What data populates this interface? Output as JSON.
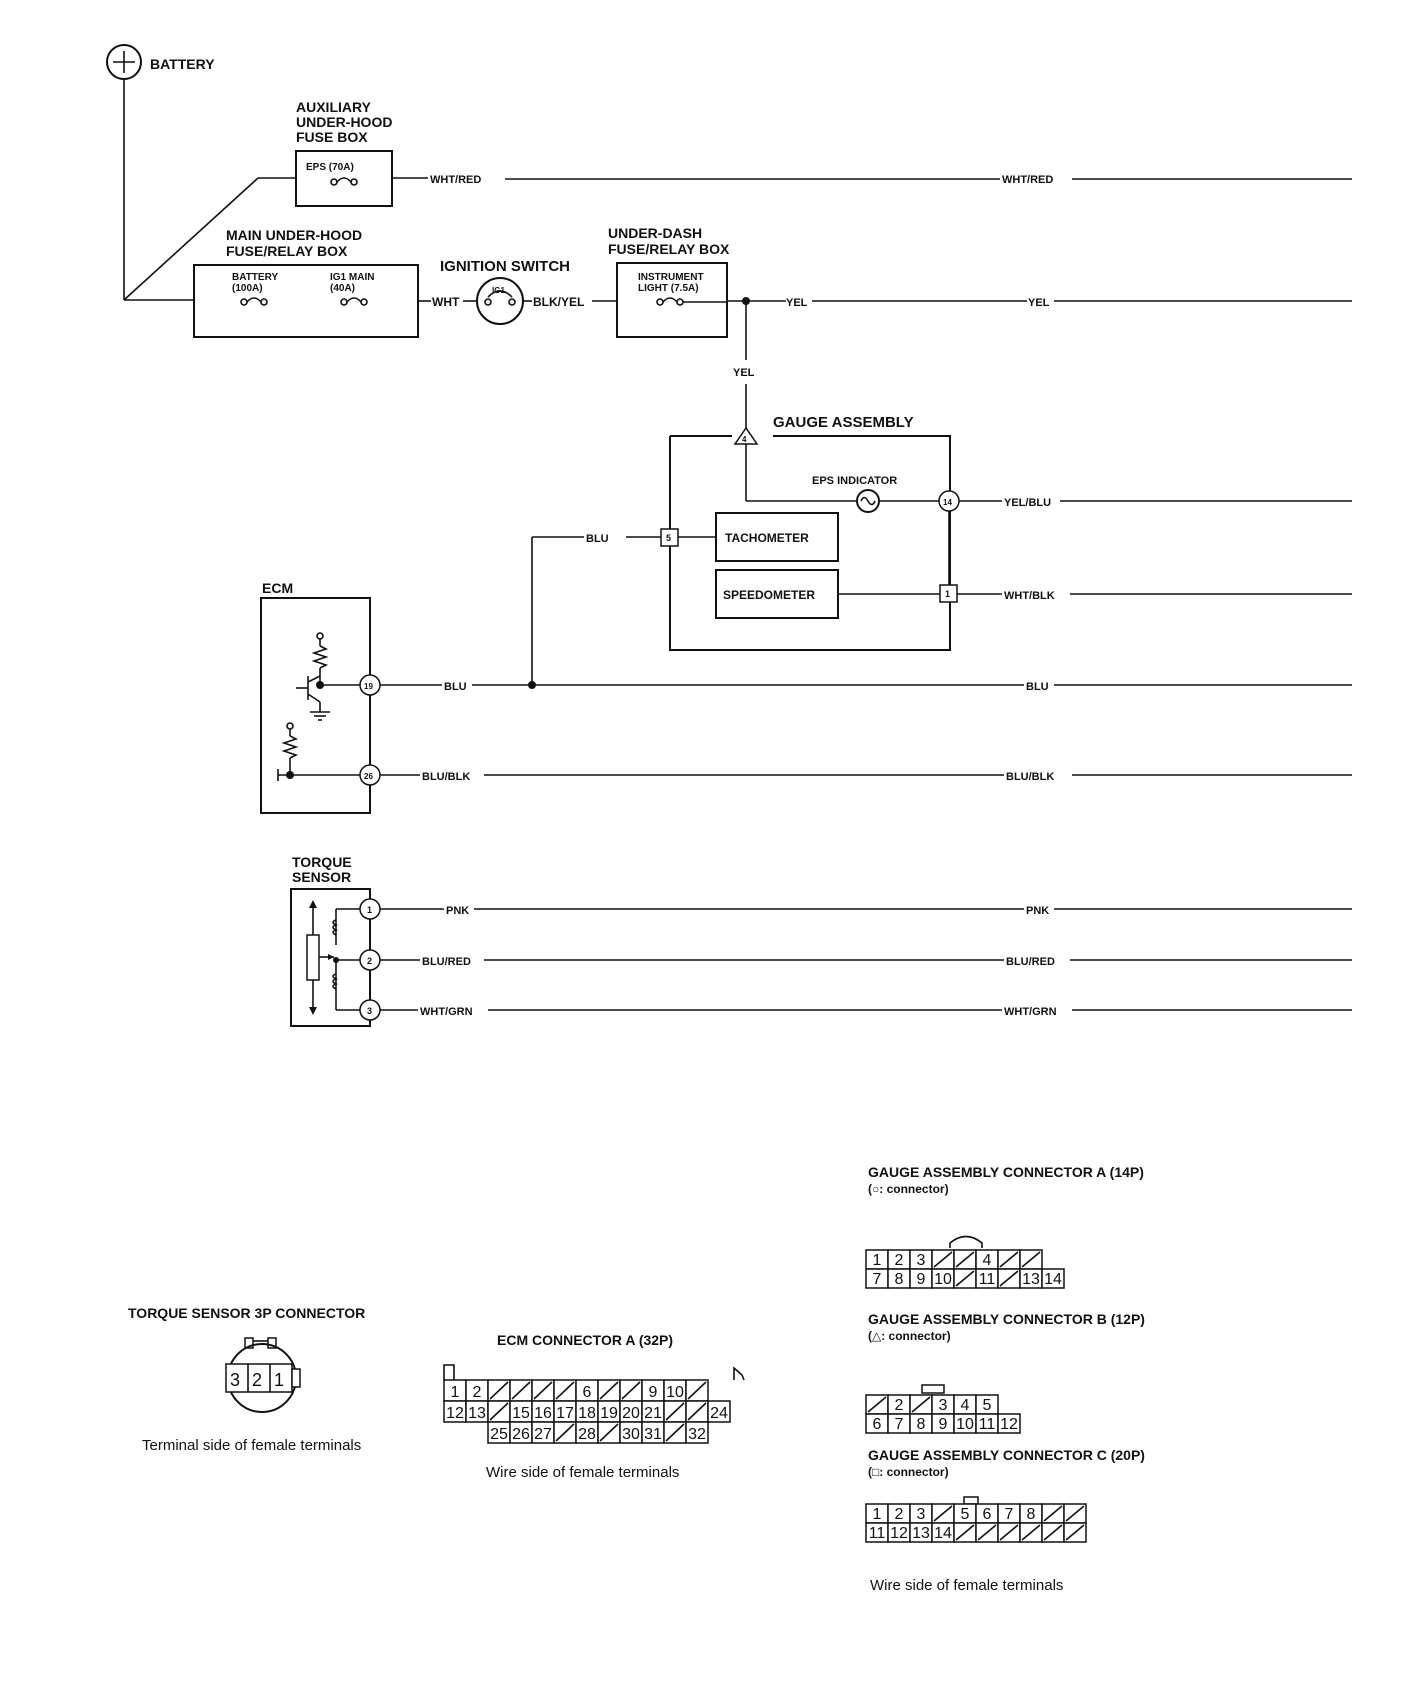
{
  "components": {
    "battery": "BATTERY",
    "aux_fuse_box": [
      "AUXILIARY",
      "UNDER-HOOD",
      "FUSE BOX"
    ],
    "eps_fuse": "EPS (70A)",
    "main_fuse_box": [
      "MAIN UNDER-HOOD",
      "FUSE/RELAY BOX"
    ],
    "battery_fuse": [
      "BATTERY",
      "(100A)"
    ],
    "ig1_main_fuse": [
      "IG1 MAIN",
      "(40A)"
    ],
    "ignition_switch": "IGNITION SWITCH",
    "ig1": "IG1",
    "under_dash_box": [
      "UNDER-DASH",
      "FUSE/RELAY BOX"
    ],
    "instrument_light_fuse": [
      "INSTRUMENT",
      "LIGHT (7.5A)"
    ],
    "gauge_assembly": "GAUGE ASSEMBLY",
    "eps_indicator": "EPS INDICATOR",
    "tachometer": "TACHOMETER",
    "speedometer": "SPEEDOMETER",
    "ecm": "ECM",
    "torque_sensor": [
      "TORQUE",
      "SENSOR"
    ]
  },
  "wires": {
    "wht_red": "WHT/RED",
    "wht": "WHT",
    "blk_yel": "BLK/YEL",
    "yel": "YEL",
    "yel_blu": "YEL/BLU",
    "blu": "BLU",
    "wht_blk": "WHT/BLK",
    "blu_blk": "BLU/BLK",
    "pnk": "PNK",
    "blu_red": "BLU/RED",
    "wht_grn": "WHT/GRN"
  },
  "terminals": {
    "gauge_b4": "4",
    "gauge_c5": "5",
    "gauge_a14": "14",
    "gauge_c1": "1",
    "ecm_19": "19",
    "ecm_26": "26",
    "ts_1": "1",
    "ts_2": "2",
    "ts_3": "3"
  },
  "connectors": {
    "torque_sensor": {
      "title": "TORQUE SENSOR 3P CONNECTOR",
      "pins": [
        "3",
        "2",
        "1"
      ],
      "note": "Terminal side of female terminals"
    },
    "ecm_a": {
      "title": "ECM CONNECTOR A (32P)",
      "row1": [
        "1",
        "2",
        "",
        "",
        "",
        "",
        "6",
        "",
        "",
        "9",
        "10",
        ""
      ],
      "row2": [
        "12",
        "13",
        "",
        "15",
        "16",
        "17",
        "18",
        "19",
        "20",
        "21",
        "",
        "",
        "24"
      ],
      "row3": [
        "25",
        "26",
        "27",
        "",
        "28",
        "",
        "30",
        "31",
        "",
        "32"
      ],
      "note": "Wire side of female terminals"
    },
    "gauge_a": {
      "title": "GAUGE ASSEMBLY CONNECTOR A (14P)",
      "legend": "(○: connector)",
      "row1": [
        "1",
        "2",
        "3",
        "",
        "",
        "4",
        "",
        ""
      ],
      "row2": [
        "7",
        "8",
        "9",
        "10",
        "",
        "11",
        "",
        "13",
        "14"
      ]
    },
    "gauge_b": {
      "title": "GAUGE ASSEMBLY CONNECTOR B (12P)",
      "legend": "(△: connector)",
      "row1": [
        "",
        "2",
        "",
        "3",
        "4",
        "5"
      ],
      "row2": [
        "6",
        "7",
        "8",
        "9",
        "10",
        "11",
        "12"
      ]
    },
    "gauge_c": {
      "title": "GAUGE ASSEMBLY CONNECTOR C (20P)",
      "legend": "(□: connector)",
      "row1": [
        "1",
        "2",
        "3",
        "",
        "5",
        "6",
        "7",
        "8",
        "",
        ""
      ],
      "row2": [
        "11",
        "12",
        "13",
        "14",
        "",
        "",
        "",
        "",
        "",
        ""
      ],
      "note": "Wire side of female terminals"
    }
  }
}
